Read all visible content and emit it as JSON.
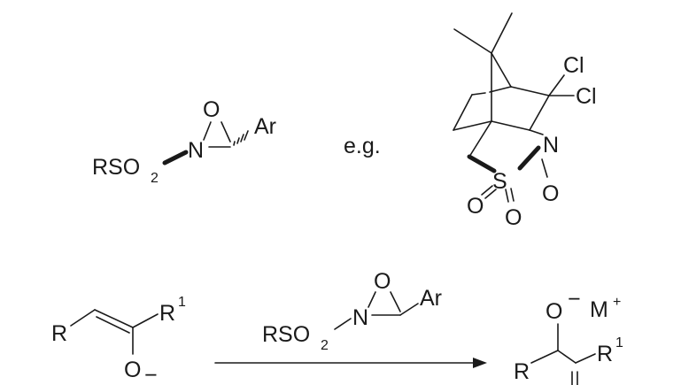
{
  "reagent_general": {
    "sulfonyl": "RSO",
    "sub2": "2",
    "nitrogen": "N",
    "oxygen": "O",
    "aryl": "Ar"
  },
  "example_label": "e.g.",
  "camphor_reagent": {
    "cl1": "Cl",
    "cl2": "Cl",
    "nitrogen": "N",
    "oxaziridine_oxygen": "O",
    "sulfur": "S",
    "sulfonyl_o1": "O",
    "sulfonyl_o2": "O"
  },
  "enolate": {
    "r": "R",
    "r1": "R",
    "r1_sup": "1",
    "oxygen": "O",
    "charge": "−"
  },
  "arrow_reagent": {
    "sulfonyl": "RSO",
    "sub2": "2",
    "nitrogen": "N",
    "oxygen": "O",
    "aryl": "Ar"
  },
  "product": {
    "oxygen": "O",
    "charge": "−",
    "metal": "M",
    "metal_charge": "+",
    "r": "R",
    "r1": "R",
    "r1_sup": "1"
  }
}
